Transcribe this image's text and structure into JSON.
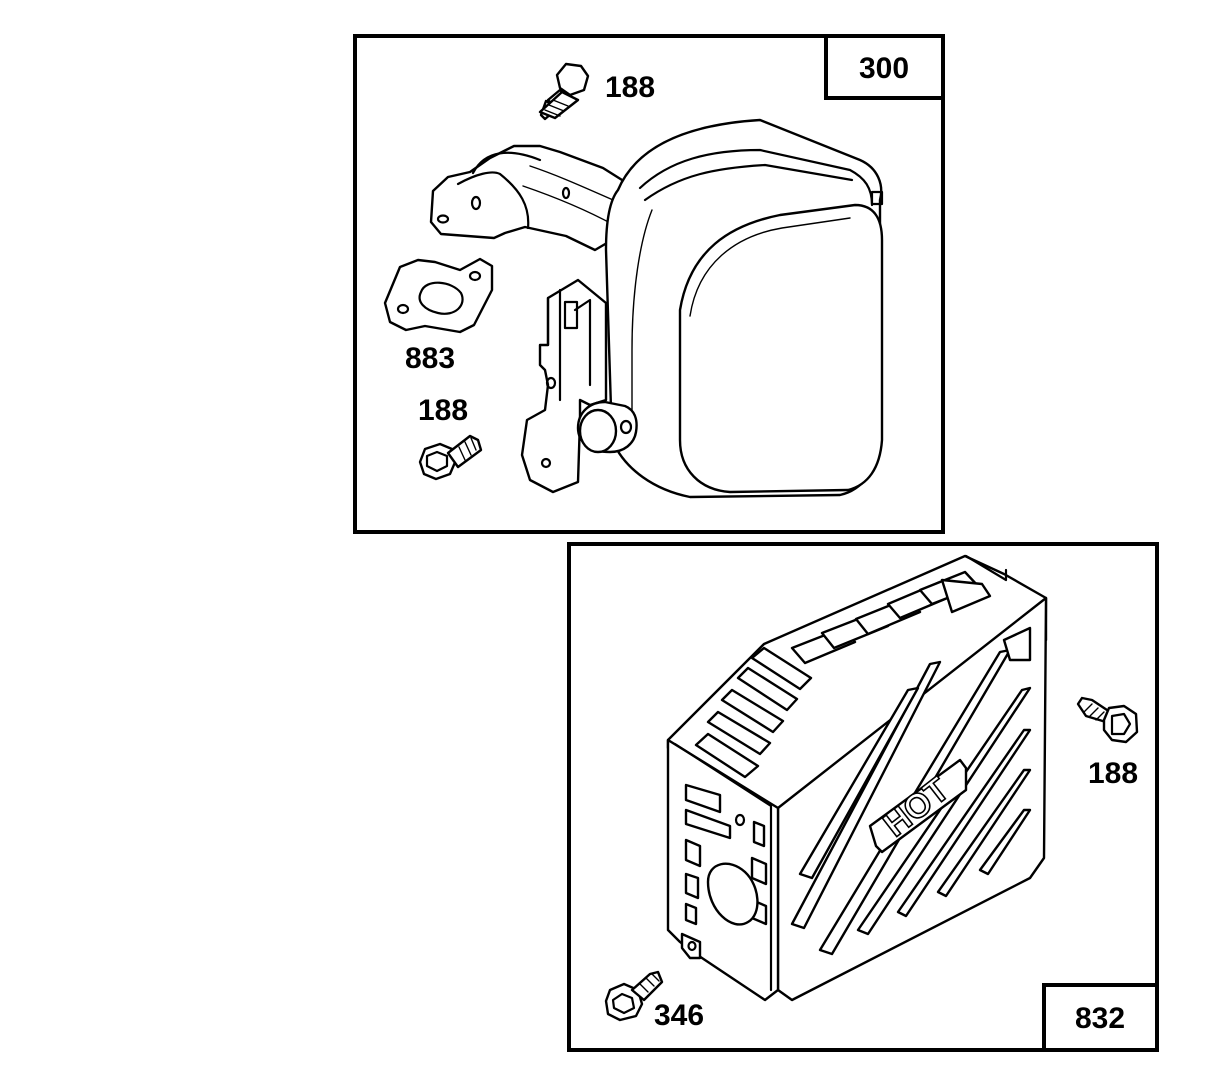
{
  "panels": [
    {
      "ref": "300",
      "callouts": [
        "188",
        "883",
        "188"
      ]
    },
    {
      "ref": "832",
      "callouts": [
        "188",
        "346"
      ],
      "guard_marking": "HOT"
    }
  ]
}
